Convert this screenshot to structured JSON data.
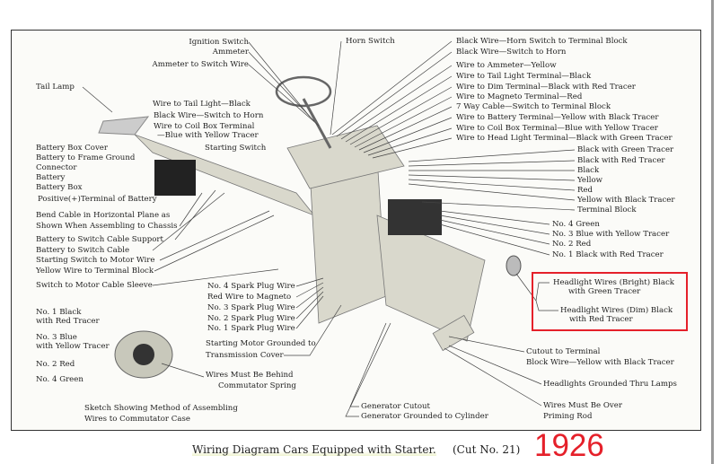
{
  "labels_left": [
    "Ignition Switch",
    "Ammeter",
    "Ammeter to Switch Wire",
    "Tail Lamp",
    "Wire to Tail Light—Black",
    "Black Wire—Switch to Horn",
    "Wire to Coil Box Terminal",
    "—Blue with Yellow Tracer",
    "Starting Switch",
    "Battery Box Cover",
    "Battery to Frame Ground",
    "Connector",
    "Battery",
    "Battery Box",
    "Positive(+)Terminal of Battery",
    "Bend Cable in Horizontal Plane as",
    "Shown When Assembling to Chassis",
    "Battery to Switch Cable Support",
    "Battery to Switch Cable",
    "Starting Switch to Motor Wire",
    "Yellow Wire to Terminal Block",
    "Switch to Motor Cable Sleeve"
  ],
  "labels_center": [
    "No. 4 Spark Plug Wire",
    "Red Wire to Magneto",
    "No. 3 Spark Plug Wire",
    "No. 2 Spark Plug Wire",
    "No. 1 Spark Plug Wire",
    "Starting Motor Grounded to",
    "Transmission Cover",
    "Wires Must Be Behind",
    "Commutator Spring",
    "Generator Cutout",
    "Generator Grounded to Cylinder",
    "Horn Switch"
  ],
  "commutator_sketch": [
    "No. 1  Black",
    "with Red Tracer",
    "No. 3  Blue",
    "with Yellow Tracer",
    "No. 2  Red",
    "No. 4  Green",
    "Sketch Showing Method of Assembling",
    "Wires to Commutator Case"
  ],
  "labels_right": [
    "Black Wire—Horn Switch to Terminal Block",
    "Black Wire—Switch to Horn",
    "Wire to Ammeter—Yellow",
    "Wire to Tail Light Terminal—Black",
    "Wire to Dim Terminal—Black with Red Tracer",
    "Wire to Magneto Terminal—Red",
    "7 Way Cable—Switch to Terminal Block",
    "Wire to Battery Terminal—Yellow with Black Tracer",
    "Wire to Coil Box Terminal—Blue with Yellow Tracer",
    "Wire to Head Light Terminal—Black with Green Tracer",
    "Black with Green Tracer",
    "Black with Red Tracer",
    "Black",
    "Yellow",
    "Red",
    "Yellow with Black Tracer",
    "Terminal Block",
    "No. 4 Green",
    "No. 3 Blue with Yellow Tracer",
    "No. 2 Red",
    "No. 1 Black with Red Tracer"
  ],
  "headlight_box": [
    "Headlight Wires (Bright) Black",
    "with Green Tracer",
    "Headlight Wires (Dim) Black",
    "with Red Tracer"
  ],
  "labels_lower_right": [
    "Cutout to Terminal",
    "Block Wire—Yellow with Black Tracer",
    "Headlights Grounded Thru Lamps",
    "Wires Must Be Over",
    "Priming Rod"
  ],
  "caption": "Wiring Diagram Cars Equipped with Starter.",
  "cut_number": "(Cut No. 21)",
  "year": "1926",
  "colors": {
    "highlight": "#e5202a",
    "ink": "#222222"
  }
}
